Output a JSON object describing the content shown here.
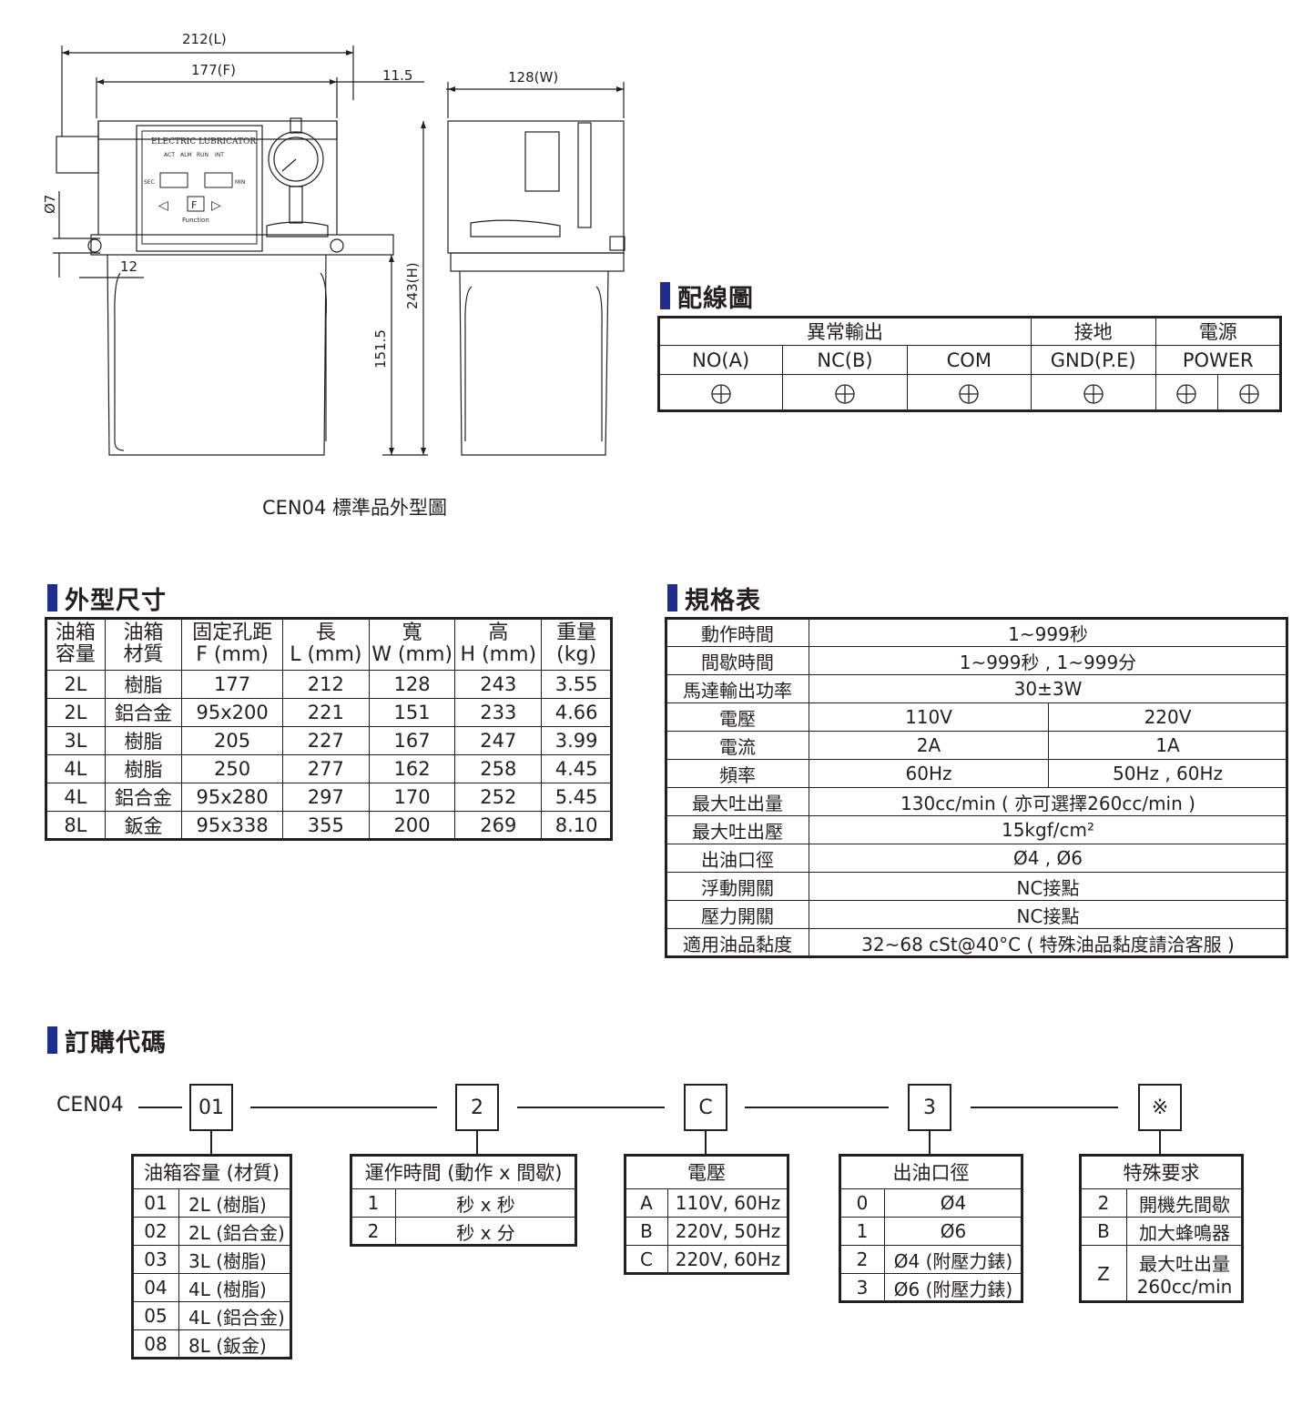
{
  "drawing": {
    "dim_total_length": "212(L)",
    "dim_fixing": "177(F)",
    "dim_offset": "11.5",
    "dim_width": "128(W)",
    "dim_hole": "Ø7",
    "dim_edge": "12",
    "dim_height": "243(H)",
    "dim_lower": "151.5",
    "panel_brand": "ELECTRIC LUBRICATOR",
    "panel_leds": [
      "ACT",
      "ALM",
      "RUN",
      "INT"
    ],
    "panel_sec": "SEC",
    "panel_min": "MIN",
    "panel_btn_left": "◁",
    "panel_btn_f": "F",
    "panel_btn_right": "▷",
    "panel_function": "Function",
    "caption": "CEN04 標準品外型圖"
  },
  "wiring": {
    "title": "配線圖",
    "groups": [
      "異常輸出",
      "接地",
      "電源"
    ],
    "terminals": [
      "NO(A)",
      "NC(B)",
      "COM",
      "GND(P.E)",
      "POWER"
    ]
  },
  "dimensions": {
    "title": "外型尺寸",
    "headers": [
      [
        "油箱",
        "容量"
      ],
      [
        "油箱",
        "材質"
      ],
      [
        "固定孔距",
        "F (mm)"
      ],
      [
        "長",
        "L (mm)"
      ],
      [
        "寬",
        "W (mm)"
      ],
      [
        "高",
        "H (mm)"
      ],
      [
        "重量",
        "(kg)"
      ]
    ],
    "rows": [
      [
        "2L",
        "樹脂",
        "177",
        "212",
        "128",
        "243",
        "3.55"
      ],
      [
        "2L",
        "鋁合金",
        "95x200",
        "221",
        "151",
        "233",
        "4.66"
      ],
      [
        "3L",
        "樹脂",
        "205",
        "227",
        "167",
        "247",
        "3.99"
      ],
      [
        "4L",
        "樹脂",
        "250",
        "277",
        "162",
        "258",
        "4.45"
      ],
      [
        "4L",
        "鋁合金",
        "95x280",
        "297",
        "170",
        "252",
        "5.45"
      ],
      [
        "8L",
        "鈑金",
        "95x338",
        "355",
        "200",
        "269",
        "8.10"
      ]
    ]
  },
  "spec": {
    "title": "規格表",
    "rows": [
      {
        "label": "動作時間",
        "value": "1~999秒"
      },
      {
        "label": "間歇時間",
        "value": "1~999秒 , 1~999分"
      },
      {
        "label": "馬達輸出功率",
        "value": "30±3W"
      },
      {
        "label": "電壓",
        "v1": "110V",
        "v2": "220V"
      },
      {
        "label": "電流",
        "v1": "2A",
        "v2": "1A"
      },
      {
        "label": "頻率",
        "v1": "60Hz",
        "v2": "50Hz , 60Hz"
      },
      {
        "label": "最大吐出量",
        "value": "130cc/min ( 亦可選擇260cc/min )"
      },
      {
        "label": "最大吐出壓",
        "value": "15kgf/cm²"
      },
      {
        "label": "出油口徑",
        "value": "Ø4 , Ø6"
      },
      {
        "label": "浮動開關",
        "value": "NC接點"
      },
      {
        "label": "壓力開關",
        "value": "NC接點"
      },
      {
        "label": "適用油品黏度",
        "value": "32~68 cSt@40°C ( 特殊油品黏度請洽客服 )"
      }
    ]
  },
  "order": {
    "title": "訂購代碼",
    "model": "CEN04",
    "codes": [
      "01",
      "2",
      "C",
      "3",
      "※"
    ],
    "capacity": {
      "header": "油箱容量 (材質)",
      "rows": [
        [
          "01",
          "2L (樹脂)"
        ],
        [
          "02",
          "2L (鋁合金)"
        ],
        [
          "03",
          "3L (樹脂)"
        ],
        [
          "04",
          "4L (樹脂)"
        ],
        [
          "05",
          "4L (鋁合金)"
        ],
        [
          "08",
          "8L (鈑金)"
        ]
      ]
    },
    "timing": {
      "header": "運作時間 (動作 x 間歇)",
      "rows": [
        [
          "1",
          "秒 x 秒"
        ],
        [
          "2",
          "秒 x 分"
        ]
      ]
    },
    "voltage": {
      "header": "電壓",
      "rows": [
        [
          "A",
          "110V, 60Hz"
        ],
        [
          "B",
          "220V, 50Hz"
        ],
        [
          "C",
          "220V, 60Hz"
        ]
      ]
    },
    "outlet": {
      "header": "出油口徑",
      "rows": [
        [
          "0",
          "Ø4"
        ],
        [
          "1",
          "Ø6"
        ],
        [
          "2",
          "Ø4 (附壓力錶)"
        ],
        [
          "3",
          "Ø6 (附壓力錶)"
        ]
      ]
    },
    "special": {
      "header": "特殊要求",
      "rows": [
        [
          "2",
          "開機先間歇"
        ],
        [
          "B",
          "加大蜂鳴器"
        ],
        [
          "Z",
          "最大吐出量",
          "260cc/min"
        ]
      ]
    }
  }
}
